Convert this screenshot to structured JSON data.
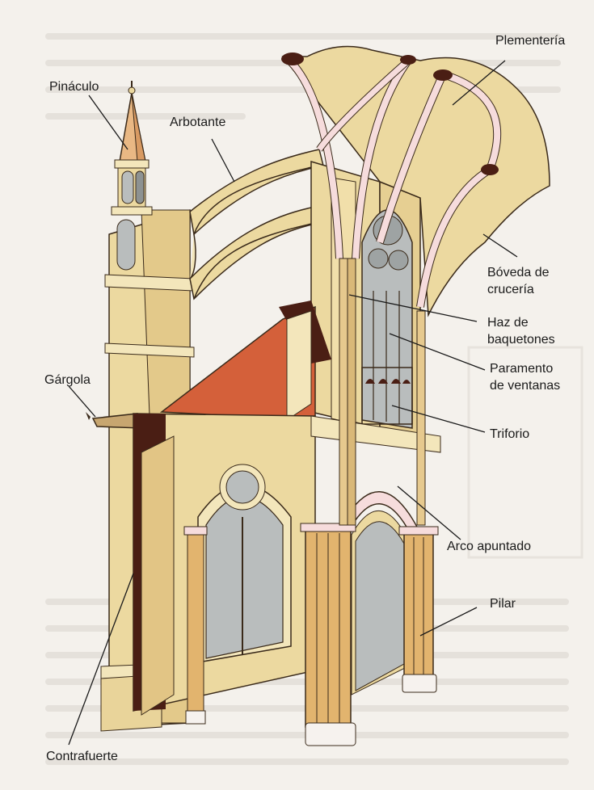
{
  "labels": {
    "plementeria": "Plementería",
    "pinaculo": "Pináculo",
    "arbotante": "Arbotante",
    "boveda": [
      "Bóveda de",
      "crucería"
    ],
    "haz": [
      "Haz de",
      "baquetones"
    ],
    "paramento": [
      "Paramento",
      "de ventanas"
    ],
    "gargola": "Gárgola",
    "triforio": "Triforio",
    "arco": "Arco apuntado",
    "pilar": "Pilar",
    "contrafuerte": "Contrafuerte"
  },
  "colors": {
    "stone": "#ecd9a0",
    "stone_shadow": "#d4b878",
    "rib": "#f6dcdc",
    "roof": "#d4603a",
    "dark": "#4a1e14",
    "glass": "#b9bdbd",
    "column": "#e2b46e"
  }
}
